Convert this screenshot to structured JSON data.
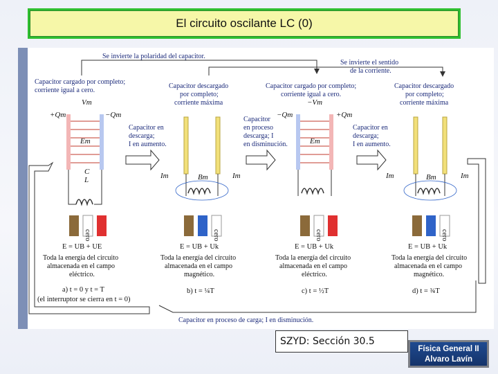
{
  "slide": {
    "title": "El circuito oscilante LC (0)",
    "reference": "SZYD: Sección 30.5",
    "badge_line1": "Física General II",
    "badge_line2": "Alvaro Lavín"
  },
  "figure": {
    "top_arrow_1": "Se invierte la polaridad del capacitor.",
    "top_arrow_2a": "Se invierte el sentido",
    "top_arrow_2b": "de la corriente.",
    "bottom_arrow": "Capacitor en proceso de carga; I en disminución.",
    "stage_a": {
      "state1": "Capacitor cargado por completo;",
      "state2": "corriente igual a cero.",
      "charge_plus": "+Qm",
      "charge_minus": "−Qm",
      "voltage": "Vm",
      "field": "Em",
      "cap": "C",
      "ind": "L",
      "energy": "E = UB + UE",
      "desc1": "Toda la energía del circuito",
      "desc2": "almacenada en el campo",
      "desc3": "eléctrico.",
      "time": "a) t = 0 y t = T",
      "note": "(el interruptor se cierra en t = 0)"
    },
    "stage_b": {
      "state1": "Capacitor descargado",
      "state2": "por completo;",
      "state3": "corriente máxima",
      "trans1": "Capacitor en",
      "trans2": "descarga;",
      "trans3": "I en aumento.",
      "current": "Im",
      "bfield": "Bm",
      "energy": "E = UB + Uk",
      "desc1": "Toda la energía del circuito",
      "desc2": "almacenada en el campo",
      "desc3": "magnético.",
      "time": "b) t = ¼T"
    },
    "stage_c": {
      "state1": "Capacitor cargado por completo;",
      "state2": "corriente igual a cero.",
      "trans1": "Capacitor",
      "trans2": "en proceso",
      "trans3": "descarga; I",
      "trans4": "en disminución.",
      "charge_plus": "+Qm",
      "charge_minus": "−Qm",
      "voltage": "−Vm",
      "field": "Em",
      "energy": "E = UB + Uk",
      "desc1": "Toda la energía del circuito",
      "desc2": "almacenada en el campo",
      "desc3": "eléctrico.",
      "time": "c) t = ½T"
    },
    "stage_d": {
      "state1": "Capacitor descargado",
      "state2": "por completo;",
      "state3": "corriente máxima",
      "trans1": "Capacitor en",
      "trans2": "descarga;",
      "trans3": "I en aumento.",
      "current": "Im",
      "bfield": "Bm",
      "energy": "E = UB + Uk",
      "desc1": "Toda la energía del circuito",
      "desc2": "almacenada en el campo",
      "desc3": "magnético.",
      "time": "d) t = ¾T"
    },
    "bar_zero": "cero",
    "colors": {
      "brown": "#8b6a3a",
      "blue": "#2f63c8",
      "red": "#e03030",
      "plate_yellow": "#f2e07a",
      "arrow_fill": "#ffffff",
      "text_blue": "#1b2a7a"
    }
  }
}
